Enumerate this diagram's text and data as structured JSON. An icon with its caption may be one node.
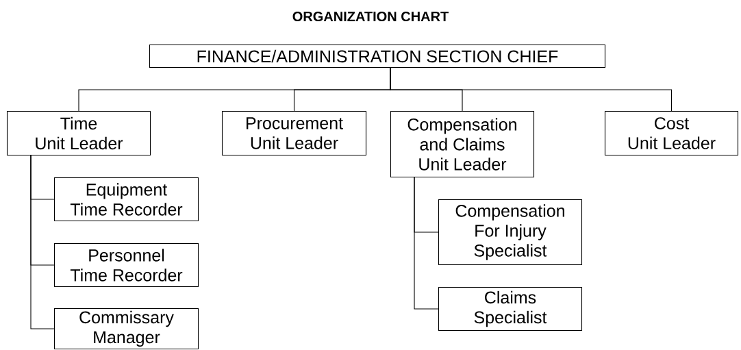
{
  "diagram": {
    "title": "ORGANIZATION CHART",
    "nodes": [
      {
        "text": [
          "FINANCE/ADMINISTRATION SECTION CHIEF"
        ]
      },
      {
        "text": [
          "Time Unit Leader"
        ]
      },
      {
        "text": [
          "Procurement Unit Leader"
        ]
      },
      {
        "text": [
          "Compensation and Claims Unit Leader"
        ]
      },
      {
        "text": [
          "Cost Unit Leader"
        ]
      },
      {
        "text": [
          "Equipment Time Recorder"
        ]
      },
      {
        "text": [
          "Personnel Time Recorder"
        ]
      },
      {
        "text": [
          "Commissary Manager"
        ]
      },
      {
        "text": [
          "Compensation For Injury Specialist"
        ]
      },
      {
        "text": [
          "Claims Specialist"
        ]
      }
    ],
    "edges": [
      {
        "from": 0,
        "to": 1,
        "arrow": "none"
      },
      {
        "from": 0,
        "to": 2,
        "arrow": "none"
      },
      {
        "from": 0,
        "to": 3,
        "arrow": "none"
      },
      {
        "from": 0,
        "to": 4,
        "arrow": "none"
      },
      {
        "from": 1,
        "to": 5,
        "arrow": "none"
      },
      {
        "from": 1,
        "to": 6,
        "arrow": "none"
      },
      {
        "from": 1,
        "to": 7,
        "arrow": "none"
      },
      {
        "from": 3,
        "to": 8,
        "arrow": "none"
      },
      {
        "from": 3,
        "to": 9,
        "arrow": "none"
      }
    ]
  }
}
